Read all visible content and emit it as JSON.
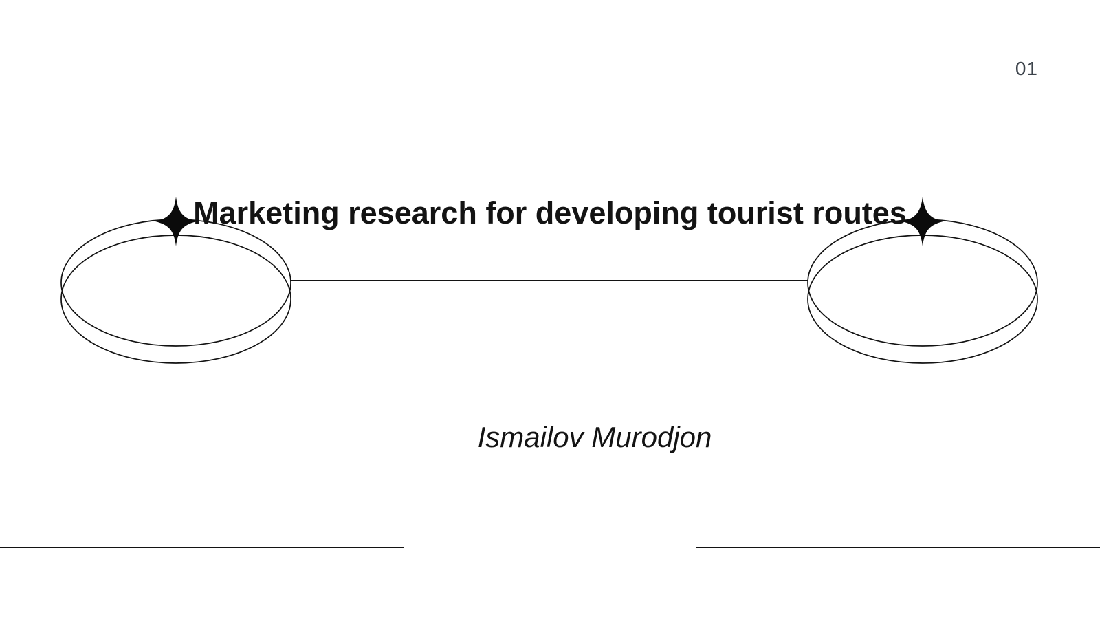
{
  "slide": {
    "page_number": "01",
    "title": "Marketing research for developing tourist routes",
    "author": "Ismailov Murodjon",
    "colors": {
      "background": "#ffffff",
      "ink": "#131313",
      "page_number": "#3c434b"
    },
    "icons": {
      "sparkle": "four-point-star"
    }
  }
}
